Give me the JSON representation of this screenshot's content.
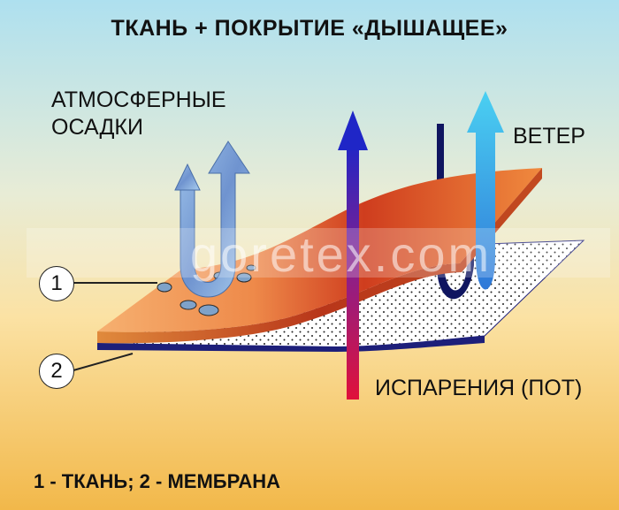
{
  "title": "ТКАНЬ + ПОКРЫТИЕ  «ДЫШАЩЕЕ»",
  "labels": {
    "precipitation": "АТМОСФЕРНЫЕ ОСАДКИ",
    "wind": "ВЕТЕР",
    "evaporation": "ИСПАРЕНИЯ (ПОТ)"
  },
  "callouts": {
    "one": "1",
    "two": "2"
  },
  "legend": "1 - ТКАНЬ;  2 - МЕМБРАНА",
  "watermark": "goretex.com",
  "colors": {
    "background_top": "#aee0ef",
    "background_bottom": "#f2b84a",
    "fabric_light": "#f6a255",
    "fabric_dark": "#c8341a",
    "membrane_edge": "#1d1f7a",
    "vapor_arrow_top": "#1f26c7",
    "vapor_arrow_bottom": "#e0113a",
    "wind_arrow_navy": "#0f1560",
    "wind_arrow_cyan": "#34b6e8",
    "rain_arrow": "#7fa8d8"
  }
}
